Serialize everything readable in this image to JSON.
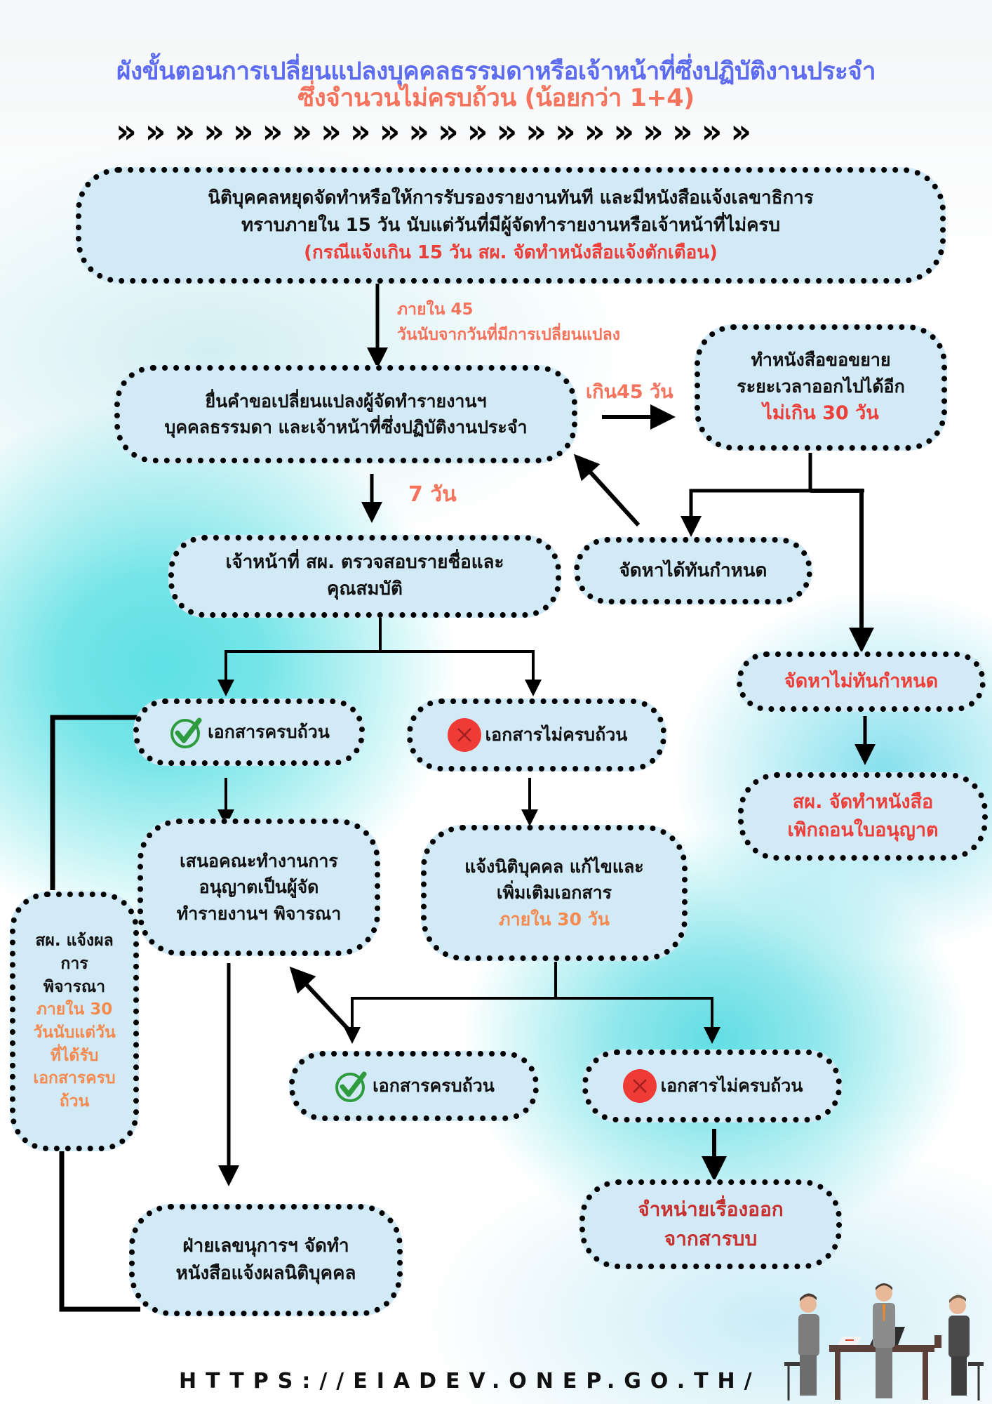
{
  "title": {
    "line1": "ผังขั้นตอนการเปลี่ยนแปลงบุคคลธรรมดาหรือเจ้าหน้าที่ซึ่งปฏิบัติงานประจำ",
    "line2": "ซึ่งจำนวนไม่ครบถ้วน (น้อยกว่า 1+4)",
    "chevrons": "» » » » » » » » » » » » » » » » » » » » » »"
  },
  "colors": {
    "title_blue": "#5c6bf0",
    "accent_salmon": "#f5735c",
    "accent_red": "#ec3f3a",
    "accent_orange": "#f58a50",
    "box_fill": "#d2e9f6",
    "check_green": "#2e9b3e"
  },
  "boxes": {
    "step1": {
      "line1": "นิติบุคคลหยุดจัดทำหรือให้การรับรองรายงานทันที และมีหนังสือแจ้งเลขาธิการ",
      "line2": "ทราบภายใน 15 วัน นับแต่วันที่มีผู้จัดทำรายงานหรือเจ้าหน้าที่ไม่ครบ",
      "note": "(กรณีแจ้งเกิน 15 วัน สผ. จัดทำหนังสือแจ้งตักเตือน)"
    },
    "submit_request": {
      "line1": "ยื่นคำขอเปลี่ยนแปลงผู้จัดทำรายงานฯ",
      "line2": "บุคคลธรรมดา และเจ้าหน้าที่ซึ่งปฏิบัติงานประจำ"
    },
    "extension": {
      "line1": "ทำหนังสือขอขยาย",
      "line2": "ระยะเวลาออกไปได้อีก",
      "note": "ไม่เกิน 30 วัน"
    },
    "onep_check": {
      "line1": "เจ้าหน้าที่ สผ. ตรวจสอบรายชื่อและ",
      "line2": "คุณสมบัติ"
    },
    "found_in_time": {
      "label": "จัดหาได้ทันกำหนด"
    },
    "not_found_in_time": {
      "label": "จัดหาไม่ทันกำหนด"
    },
    "revoke_license": {
      "line1": "สผ. จัดทำหนังสือ",
      "line2": "เพิกถอนใบอนุญาต"
    },
    "docs_complete_1": {
      "label": "เอกสารครบถ้วน",
      "icon": "check-circle-icon"
    },
    "docs_incomplete_1": {
      "label": "เอกสารไม่ครบถ้วน",
      "icon": "x-circle-icon"
    },
    "propose_committee": {
      "line1": "เสนอคณะทำงานการ",
      "line2": "อนุญาตเป็นผู้จัด",
      "line3": "ทำรายงานฯ พิจารณา"
    },
    "notify_fix": {
      "line1": "แจ้งนิติบุคคล แก้ไขและ",
      "line2": "เพิ่มเติมเอกสาร",
      "note": "ภายใน 30 วัน"
    },
    "notify_result": {
      "line1": "สผ. แจ้งผล",
      "line2": "การ",
      "line3": "พิจารณา",
      "note1": "ภายใน 30",
      "note2": "วันนับแต่วัน",
      "note3": "ที่ได้รับ",
      "note4": "เอกสารครบ",
      "note5": "ถ้วน"
    },
    "docs_complete_2": {
      "label": "เอกสารครบถ้วน",
      "icon": "check-circle-icon"
    },
    "docs_incomplete_2": {
      "label": "เอกสารไม่ครบถ้วน",
      "icon": "x-circle-icon"
    },
    "secretariat_letter": {
      "line1": "ฝ่ายเลขนุการฯ จัดทำ",
      "line2": "หนังสือแจ้งผลนิติบุคคล"
    },
    "dismiss": {
      "line1": "จำหน่ายเรื่องออก",
      "line2": "จากสารบบ"
    }
  },
  "edge_labels": {
    "within_45_line1": "ภายใน 45",
    "within_45_line2": "วันนับจากวันที่มีการเปลี่ยนแปลง",
    "over_45": "เกิน45 วัน",
    "seven_days": "7 วัน"
  },
  "footer": {
    "url": "HTTPS://EIADEV.ONEP.GO.TH/",
    "illustration": "business-meeting-illustration"
  }
}
